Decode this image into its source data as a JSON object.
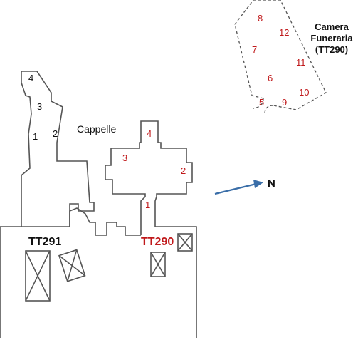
{
  "colors": {
    "wall": "#555555",
    "red_label": "#c0191b",
    "black_label": "#111111",
    "arrow": "#3a6ea8"
  },
  "labels": {
    "cappelle": "Cappelle",
    "camera_line1": "Camera",
    "camera_line2": "Funeraria",
    "camera_line3": "(TT290)",
    "north": "N",
    "tt291": "TT291",
    "tt290": "TT290"
  },
  "tt291_rooms": [
    "4",
    "3",
    "1",
    "2"
  ],
  "tt290_chapel_rooms": [
    "4",
    "3",
    "2",
    "1"
  ],
  "burial_chamber_rooms": [
    "8",
    "12",
    "7",
    "11",
    "6",
    "10",
    "5",
    "9"
  ]
}
